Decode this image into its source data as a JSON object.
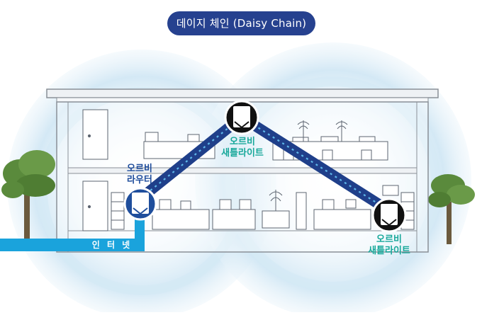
{
  "title": "데이지 체인 (Daisy Chain)",
  "router": {
    "label_line1": "오르비",
    "label_line2": "라우터"
  },
  "satellite_upper": {
    "label_line1": "오르비",
    "label_line2": "새틀라이트"
  },
  "satellite_lower": {
    "label_line1": "오르비",
    "label_line2": "새틀라이트"
  },
  "internet": {
    "label": "인 터 넷"
  },
  "colors": {
    "title_bg": "#26418f",
    "router_label": "#1c4a9a",
    "satellite_label": "#17a89a",
    "link": "#1f3f8a",
    "internet_cable": "#1aa3dc",
    "coverage": "#cfe6f4",
    "tree": "#5a8a3c"
  }
}
